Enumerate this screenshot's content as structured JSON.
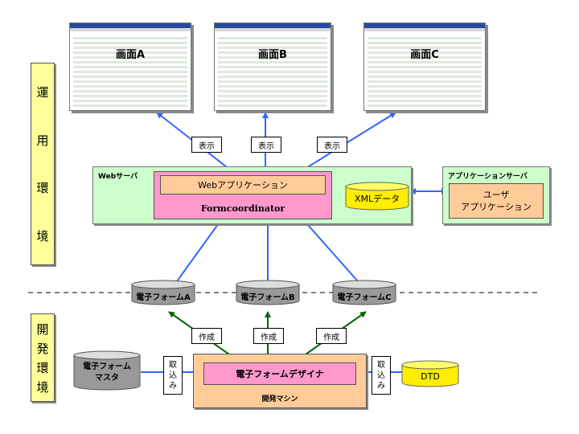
{
  "env": {
    "operation": [
      "運",
      "用",
      "環",
      "境"
    ],
    "development": [
      "開",
      "発",
      "環",
      "境"
    ]
  },
  "screens": [
    "画面A",
    "画面B",
    "画面C"
  ],
  "display_label": "表示",
  "web_server": {
    "title": "Webサーバ",
    "web_app": "Webアプリケーション",
    "formcoordinator": "Formcoordinator"
  },
  "xml_data": "XMLデータ",
  "app_server": {
    "title": "アプリケーションサーバ",
    "user_app_line1": "ユーザ",
    "user_app_line2": "アプリケーション"
  },
  "forms": [
    "電子フォームA",
    "電子フォームB",
    "電子フォームC"
  ],
  "create_label": "作成",
  "form_master_line1": "電子フォーム",
  "form_master_line2": "マスタ",
  "import_label": [
    "取",
    "込",
    "み"
  ],
  "designer": "電子フォームデザイナ",
  "dev_machine": "開発マシン",
  "dtd": "DTD",
  "colors": {
    "blue_arrow": "#3366ff",
    "green_arrow": "#006600",
    "pink": "#ff99cc",
    "peach": "#ffcc99",
    "yellow": "#ffff99",
    "light_green": "#ccffcc"
  }
}
